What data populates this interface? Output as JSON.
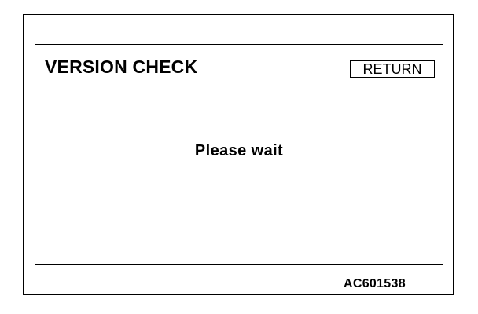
{
  "screen": {
    "title": "VERSION CHECK",
    "return_label": "RETURN",
    "message": "Please wait"
  },
  "figure_code": "AC601538"
}
